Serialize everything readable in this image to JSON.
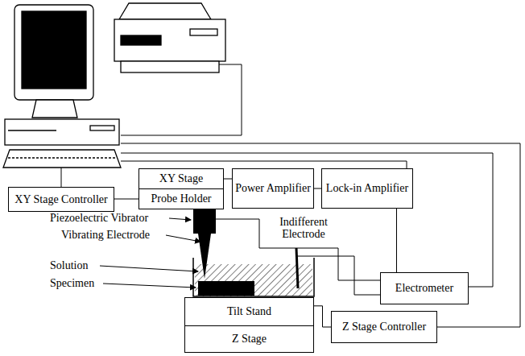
{
  "diagram": {
    "nodes": [
      {
        "text": [
          "XY Stage Controller"
        ]
      },
      {
        "text": [
          "XY Stage"
        ]
      },
      {
        "text": [
          "Probe Holder"
        ]
      },
      {
        "text": [
          "Power Amplifier"
        ]
      },
      {
        "text": [
          "Lock-in Amplifier"
        ]
      },
      {
        "text": [
          "Electrometer"
        ]
      },
      {
        "text": [
          "Tilt Stand"
        ]
      },
      {
        "text": [
          "Z Stage"
        ]
      },
      {
        "text": [
          "Z Stage Controller"
        ]
      }
    ],
    "edges": [
      {
        "from": 0,
        "to": 2,
        "arrow": "none"
      },
      {
        "from": 1,
        "to": 3,
        "arrow": "none"
      },
      {
        "from": 3,
        "to": 4,
        "arrow": "none"
      },
      {
        "from": 4,
        "to": 5,
        "arrow": "none"
      },
      {
        "from": 6,
        "to": 8,
        "arrow": "none"
      }
    ],
    "labels": [
      "Piezoelectric Vibrator",
      "Vibrating Electrode",
      "Indifferent Electrode",
      "Solution",
      "Specimen"
    ]
  }
}
